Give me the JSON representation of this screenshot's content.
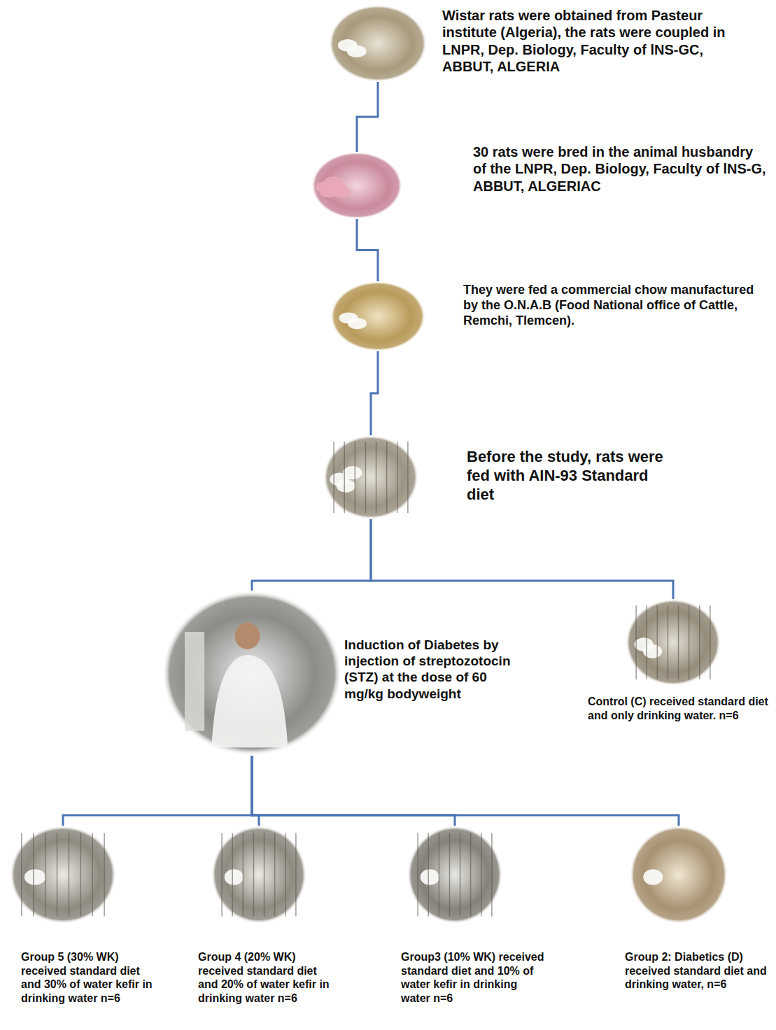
{
  "diagram": {
    "nodes": [
      {
        "text": [
          "Wistar rats were obtained from Pasteur institute (Algeria), the rats were coupled in LNPR, Dep. Biology, Faculty of lNS-GC, ABBUT, ALGERIA"
        ]
      },
      {
        "text": [
          "30 rats were bred in the animal husbandry of the LNPR, Dep. Biology, Faculty of lNS-G, ABBUT, ALGERIAC"
        ]
      },
      {
        "text": [
          "They were fed a commercial chow manufactured by the O.N.A.B (Food National office of Cattle, Remchi, Tlemcen)."
        ]
      },
      {
        "text": [
          "Before the study, rats were fed with AIN-93 Standard diet"
        ]
      },
      {
        "text": [
          "Induction of Diabetes by injection of streptozotocin (STZ) at the dose of 60 mg/kg bodyweight"
        ]
      },
      {
        "text": [
          "Control (C) received standard diet and only drinking water. n=6"
        ]
      },
      {
        "text": [
          "Group 5 (30% WK) received standard diet and 30% of water kefir in drinking water n=6"
        ]
      },
      {
        "text": [
          "Group 4 (20% WK) received standard diet and 20% of water kefir in drinking water n=6"
        ]
      },
      {
        "text": [
          "Group3 (10% WK) received standard diet and 10% of water kefir in drinking water n=6"
        ]
      },
      {
        "text": [
          "Group 2: Diabetics (D) received standard diet and drinking water, n=6"
        ]
      }
    ],
    "edges": [
      {
        "from": 0,
        "to": 1,
        "arrow": "none"
      },
      {
        "from": 1,
        "to": 2,
        "arrow": "none"
      },
      {
        "from": 2,
        "to": 3,
        "arrow": "none"
      },
      {
        "from": 3,
        "to": 4,
        "arrow": "none"
      },
      {
        "from": 3,
        "to": 5,
        "arrow": "none"
      },
      {
        "from": 4,
        "to": 6,
        "arrow": "none"
      },
      {
        "from": 4,
        "to": 7,
        "arrow": "none"
      },
      {
        "from": 4,
        "to": 8,
        "arrow": "none"
      },
      {
        "from": 4,
        "to": 9,
        "arrow": "none"
      }
    ]
  }
}
